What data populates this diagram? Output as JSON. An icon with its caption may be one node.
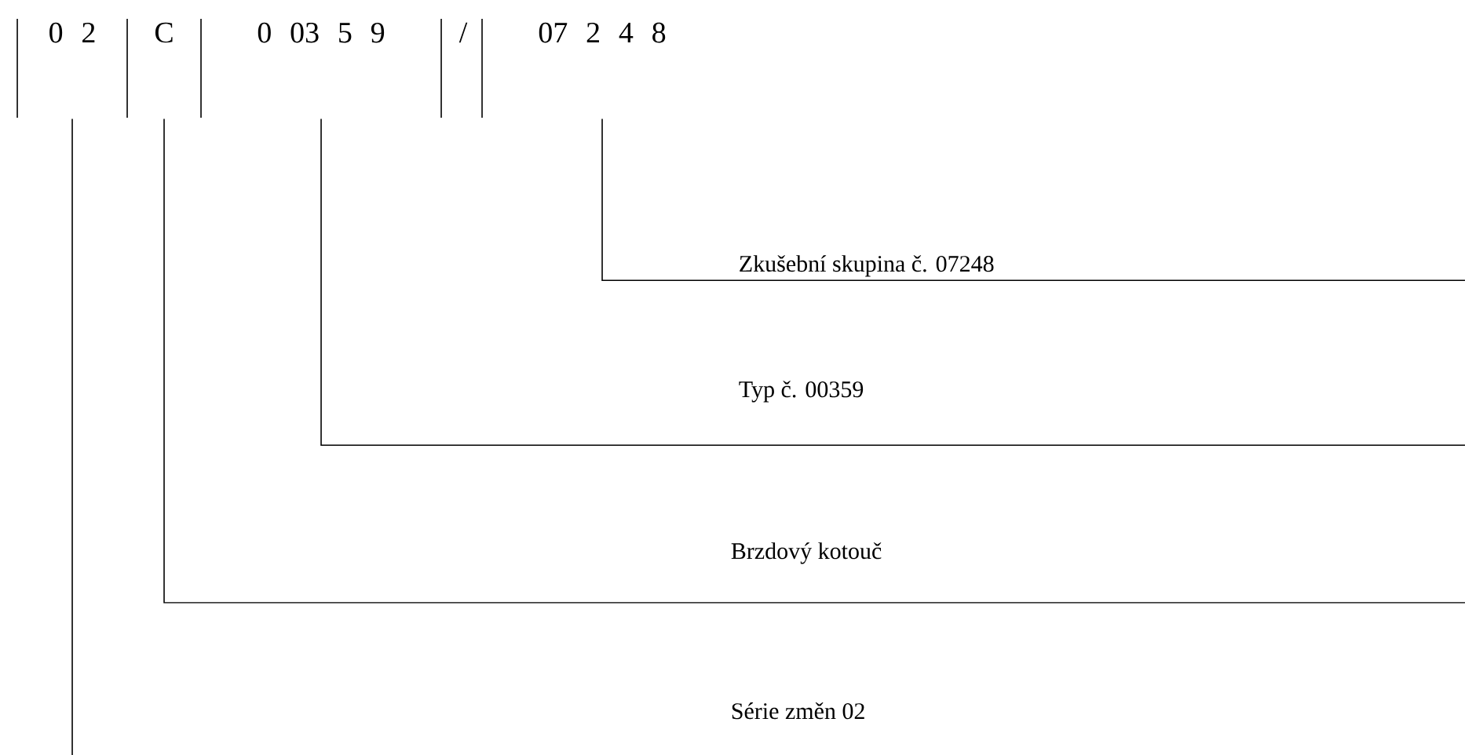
{
  "diagram": {
    "nodes": [
      {
        "text": [
          "0 2"
        ]
      },
      {
        "text": [
          "C"
        ]
      },
      {
        "text": [
          "0 03 5 9"
        ]
      },
      {
        "text": [
          "07 2 4 8"
        ]
      }
    ],
    "edges": [
      {
        "from": 3,
        "to": null,
        "arrow": "none"
      },
      {
        "from": 2,
        "to": null,
        "arrow": "none"
      },
      {
        "from": 1,
        "to": null,
        "arrow": "none"
      },
      {
        "from": 0,
        "to": null,
        "arrow": "none"
      }
    ],
    "labels": [
      "/",
      "Zkušební skupina č. 07248",
      "Typ č. 00359",
      "Brzdový kotouč",
      "Série změn 02"
    ]
  }
}
